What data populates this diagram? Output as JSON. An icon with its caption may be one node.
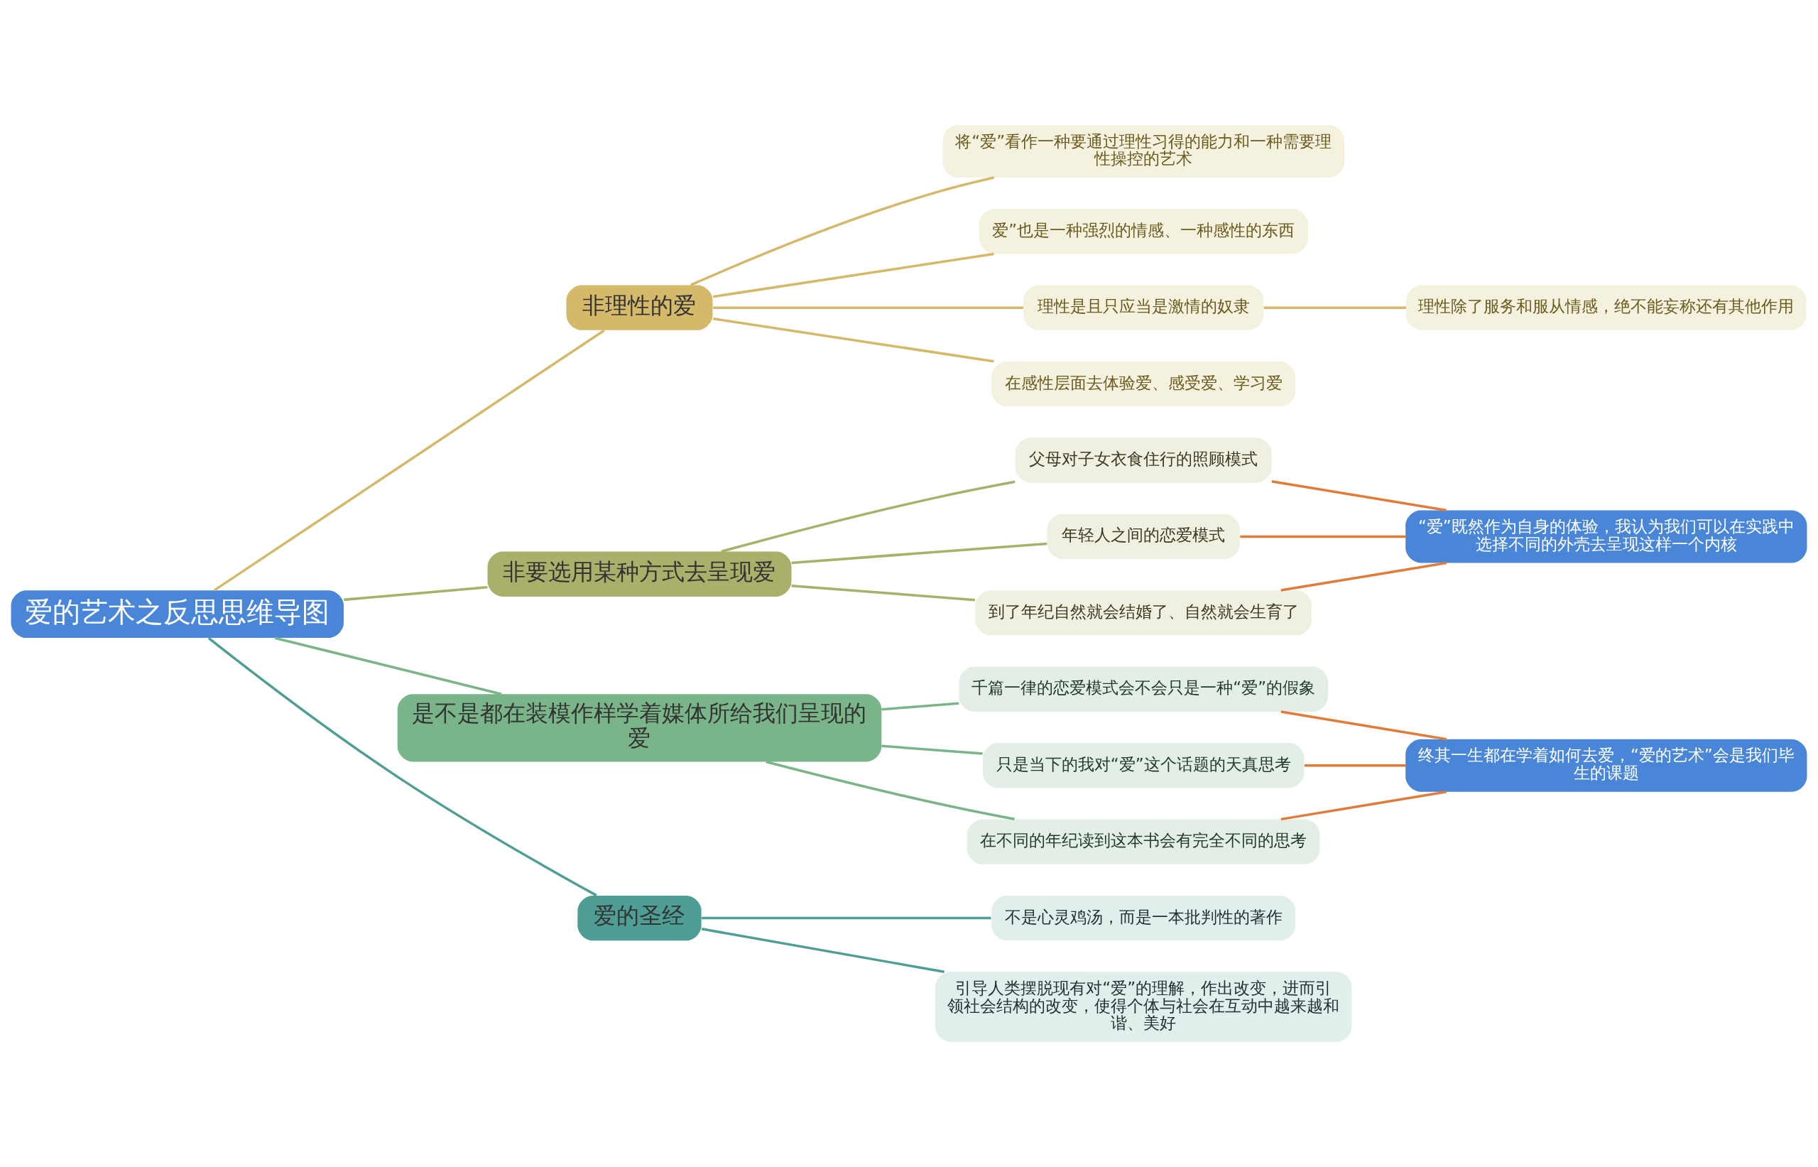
{
  "diagram": {
    "nodes": [
      {
        "text": [
          "爱的艺术之反思思维导图"
        ]
      },
      {
        "text": [
          "非理性的爱"
        ]
      },
      {
        "text": [
          "将“爱”看作一种要通过理性习得的能力和一种需要理性操控的艺术"
        ]
      },
      {
        "text": [
          "爱”也是一种强烈的情感、一种感性的东西"
        ]
      },
      {
        "text": [
          "理性是且只应当是激情的奴隶"
        ]
      },
      {
        "text": [
          "理性除了服务和服从情感，绝不能妄称还有其他作用"
        ]
      },
      {
        "text": [
          "在感性层面去体验爱、感受爱、学习爱"
        ]
      },
      {
        "text": [
          "非要选用某种方式去呈现爱"
        ]
      },
      {
        "text": [
          "父母对子女衣食住行的照顾模式"
        ]
      },
      {
        "text": [
          "年轻人之间的恋爱模式"
        ]
      },
      {
        "text": [
          "到了年纪自然就会结婚了、自然就会生育了"
        ]
      },
      {
        "text": [
          "“爱”既然作为自身的体验，我认为我们可以在实践中选择不同的外壳去呈现这样一个内核"
        ]
      },
      {
        "text": [
          "是不是都在装模作样学着媒体所给我们呈现的爱"
        ]
      },
      {
        "text": [
          "千篇一律的恋爱模式会不会只是一种“爱”的假象"
        ]
      },
      {
        "text": [
          "只是当下的我对“爱”这个话题的天真思考"
        ]
      },
      {
        "text": [
          "在不同的年纪读到这本书会有完全不同的思考"
        ]
      },
      {
        "text": [
          "终其一生都在学着如何去爱，“爱的艺术”会是我们毕生的课题"
        ]
      },
      {
        "text": [
          "爱的圣经"
        ]
      },
      {
        "text": [
          "不是心灵鸡汤，而是一本批判性的著作"
        ]
      },
      {
        "text": [
          "引导人类摆脱现有对“爱”的理解，作出改变，进而引领社会结构的改变，使得个体与社会在互动中越来越和谐、美好"
        ]
      }
    ],
    "edges": [
      {
        "from": 0,
        "to": 1,
        "arrow": "none",
        "color": "#d4b96a"
      },
      {
        "from": 1,
        "to": 2,
        "arrow": "none",
        "color": "#d4b96a"
      },
      {
        "from": 1,
        "to": 3,
        "arrow": "none",
        "color": "#d4b96a"
      },
      {
        "from": 1,
        "to": 4,
        "arrow": "none",
        "color": "#d4b96a"
      },
      {
        "from": 4,
        "to": 5,
        "arrow": "none",
        "color": "#d4b96a"
      },
      {
        "from": 1,
        "to": 6,
        "arrow": "none",
        "color": "#d4b96a"
      },
      {
        "from": 0,
        "to": 7,
        "arrow": "none",
        "color": "#a8b06a"
      },
      {
        "from": 7,
        "to": 8,
        "arrow": "none",
        "color": "#a8b06a"
      },
      {
        "from": 7,
        "to": 9,
        "arrow": "none",
        "color": "#a8b06a"
      },
      {
        "from": 7,
        "to": 10,
        "arrow": "none",
        "color": "#a8b06a"
      },
      {
        "from": 8,
        "to": 11,
        "arrow": "none",
        "color": "#e07b39"
      },
      {
        "from": 9,
        "to": 11,
        "arrow": "none",
        "color": "#e07b39"
      },
      {
        "from": 10,
        "to": 11,
        "arrow": "none",
        "color": "#e07b39"
      },
      {
        "from": 0,
        "to": 12,
        "arrow": "none",
        "color": "#7ab58a"
      },
      {
        "from": 12,
        "to": 13,
        "arrow": "none",
        "color": "#7ab58a"
      },
      {
        "from": 12,
        "to": 14,
        "arrow": "none",
        "color": "#7ab58a"
      },
      {
        "from": 12,
        "to": 15,
        "arrow": "none",
        "color": "#7ab58a"
      },
      {
        "from": 13,
        "to": 16,
        "arrow": "none",
        "color": "#e07b39"
      },
      {
        "from": 14,
        "to": 16,
        "arrow": "none",
        "color": "#e07b39"
      },
      {
        "from": 15,
        "to": 16,
        "arrow": "none",
        "color": "#e07b39"
      },
      {
        "from": 0,
        "to": 17,
        "arrow": "none",
        "color": "#4e9e96"
      },
      {
        "from": 17,
        "to": 18,
        "arrow": "none",
        "color": "#4e9e96"
      },
      {
        "from": 17,
        "to": 19,
        "arrow": "none",
        "color": "#4e9e96"
      }
    ]
  }
}
